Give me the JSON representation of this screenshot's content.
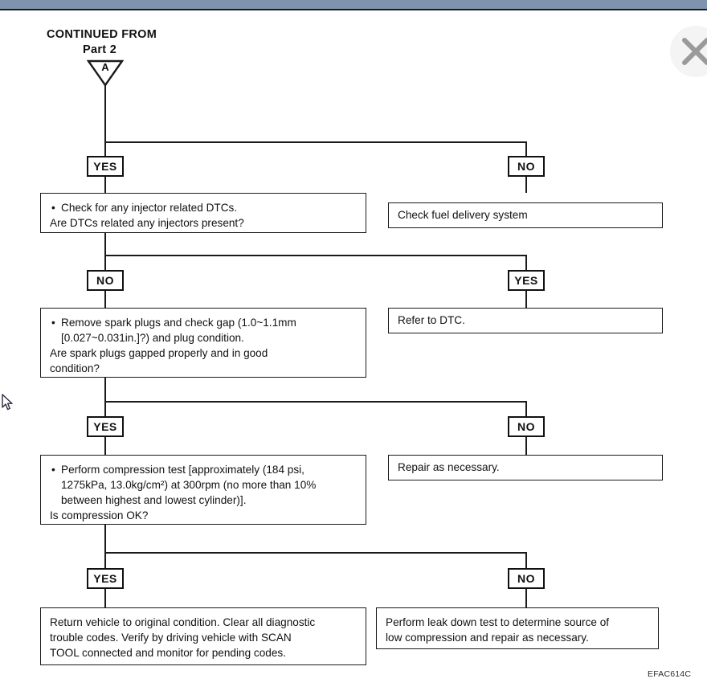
{
  "window": {
    "titlebar_color": "#7f93af",
    "close_icon": "close-icon"
  },
  "cursor": {
    "icon": "mouse-pointer-icon"
  },
  "diagram": {
    "header": {
      "line1": "CONTINUED FROM",
      "line2": "Part 2",
      "connector_label": "A"
    },
    "footer_code": "EFAC614C",
    "rows": [
      {
        "left_tag": "YES",
        "left_box_lines": [
          "Check for any injector related DTCs.",
          "Are DTCs related any injectors present?"
        ],
        "right_tag": "NO",
        "right_box_lines": [
          "Check fuel delivery system"
        ]
      },
      {
        "left_tag": "NO",
        "left_box_lines": [
          "Remove spark plugs and check gap (1.0~1.1mm",
          "[0.027~0.031in.]?) and plug condition.",
          "Are spark plugs gapped properly and in good",
          "condition?"
        ],
        "right_tag": "YES",
        "right_box_lines": [
          "Refer to DTC."
        ]
      },
      {
        "left_tag": "YES",
        "left_box_lines": [
          "Perform compression test [approximately (184 psi,",
          "1275kPa, 13.0kg/cm²) at 300rpm (no more than 10%",
          "between highest and lowest cylinder)].",
          "Is compression OK?"
        ],
        "right_tag": "NO",
        "right_box_lines": [
          "Repair as necessary."
        ]
      },
      {
        "left_tag": "YES",
        "left_box_lines": [
          "Return vehicle to original condition. Clear all diagnostic",
          "trouble codes. Verify by driving vehicle with SCAN",
          "TOOL connected and monitor for pending codes."
        ],
        "right_tag": "NO",
        "right_box_lines": [
          "Perform leak down test to determine source of",
          "low compression and repair as necessary."
        ]
      }
    ]
  }
}
